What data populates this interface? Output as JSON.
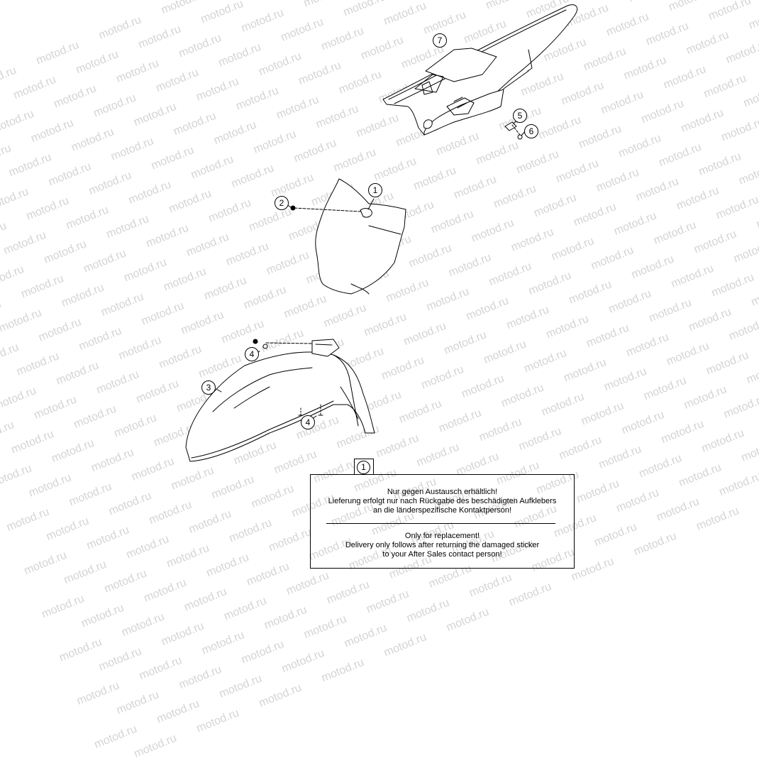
{
  "watermark": "motod.ru",
  "callouts": [
    "7",
    "5",
    "6",
    "1",
    "2",
    "3",
    "4",
    "4"
  ],
  "note": {
    "callout": "1",
    "de_lines": [
      "Nur gegen Austausch erhältlich!",
      "Lieferung erfolgt nur nach Rückgabe des beschädigten Aufklebers",
      "an die länderspezifische Kontaktperson!"
    ],
    "en_lines": [
      "Only for replacement!",
      "Delivery only follows after returning the damaged sticker",
      "to your After Sales contact person!"
    ]
  }
}
